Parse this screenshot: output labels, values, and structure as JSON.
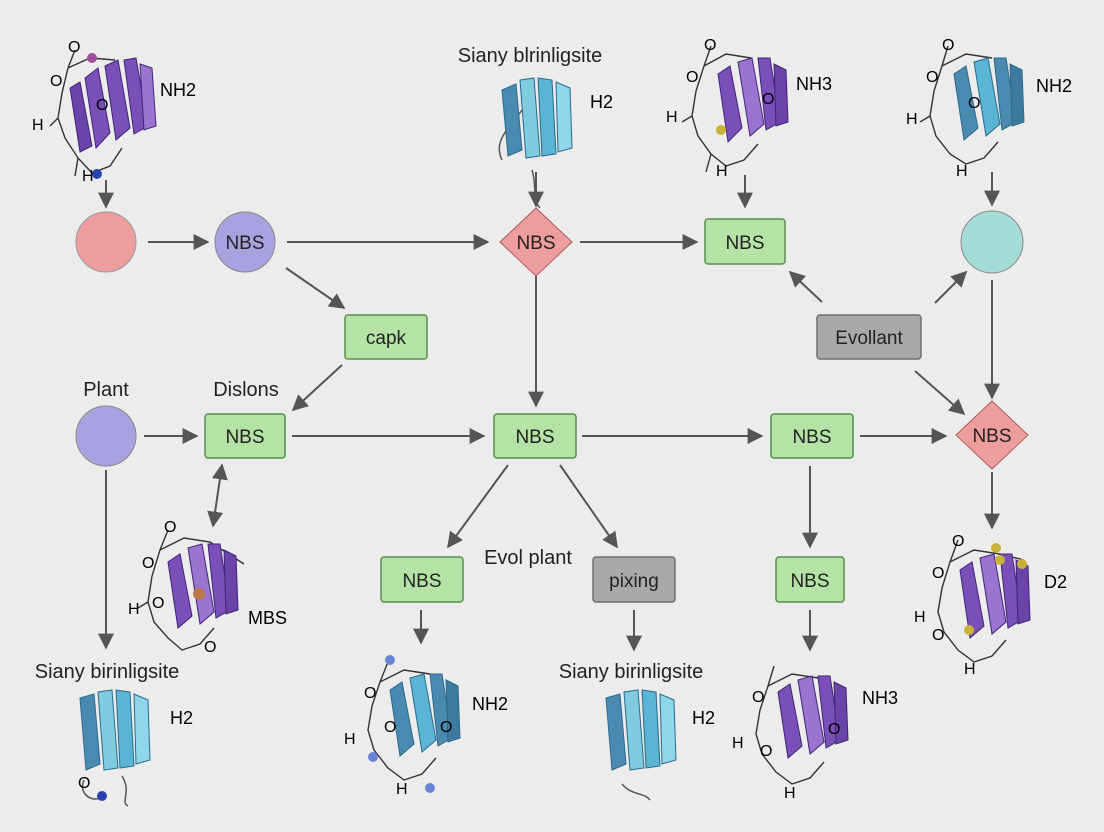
{
  "colors": {
    "background": "#ececec",
    "edge": "#555555",
    "node_green_fill": "#b5e3a6",
    "node_green_stroke": "#5a8f50",
    "node_gray_fill": "#a9a9a9",
    "node_gray_stroke": "#6f6f6f",
    "node_pink_fill": "#ee9d9d",
    "node_purple_fill": "#a9a2e0",
    "node_teal_fill": "#a4dcd6",
    "protein_purple": "#7a4fb8",
    "protein_blue": "#4a8ab0",
    "protein_cyan": "#7fcbe0"
  },
  "labels": {
    "title_top": "Siany blrinligsite",
    "plant": "Plant",
    "dislons": "Dislons",
    "evol_plant": "Evol plant",
    "bottom_left": "Siany birinligsite",
    "bottom_mid": "Siany birinligsite"
  },
  "nodes": {
    "n_nbs_circle": "NBS",
    "n_diamond_top": "NBS",
    "n_nbs_top_right": "NBS",
    "n_capk": "capk",
    "n_evollant": "Evollant",
    "n_nbs_row2_left": "NBS",
    "n_nbs_row2_mid": "NBS",
    "n_nbs_row2_right": "NBS",
    "n_diamond_right": "NBS",
    "n_nbs_bottom_left": "NBS",
    "n_pixing": "pixing",
    "n_nbs_bottom_right": "NBS"
  },
  "molecules": {
    "m1": {
      "a": "O",
      "b": "O",
      "c": "O",
      "d": "H",
      "e": "H",
      "f": "NH2"
    },
    "m2": {
      "f": "H2"
    },
    "m3": {
      "a": "O",
      "b": "O",
      "c": "O",
      "d": "H",
      "e": "H",
      "f": "NH3"
    },
    "m4": {
      "a": "O",
      "b": "O",
      "c": "O",
      "d": "H",
      "e": "H",
      "f": "NH2"
    },
    "m5": {
      "a": "O",
      "b": "O",
      "c": "O",
      "d": "H",
      "e": "O",
      "f": "MBS"
    },
    "m6": {
      "a": "O",
      "f": "H2"
    },
    "m7": {
      "a": "O",
      "b": "O",
      "c": "O",
      "d": "H",
      "e": "H",
      "f": "NH2"
    },
    "m8": {
      "f": "H2"
    },
    "m9": {
      "a": "O",
      "b": "O",
      "c": "O",
      "d": "H",
      "e": "H",
      "f": "NH3"
    },
    "m10": {
      "a": "O",
      "b": "O",
      "c": "O",
      "d": "H",
      "e": "H",
      "f": "D2"
    }
  }
}
